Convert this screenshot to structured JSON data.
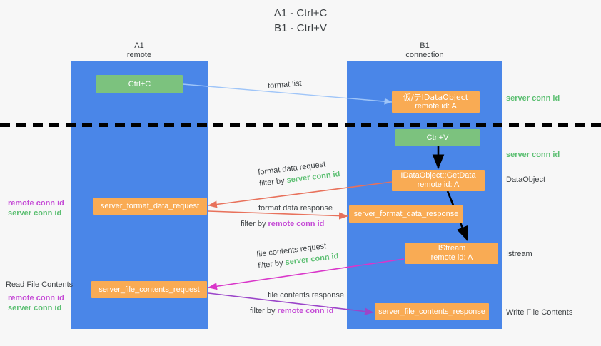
{
  "title": {
    "line1": "A1 - Ctrl+C",
    "line2": "B1 - Ctrl+V"
  },
  "colors": {
    "lane": "#4a86e8",
    "node_orange": "#f9ab54",
    "node_green": "#7cc27e",
    "server_conn_green": "#5cbf72",
    "remote_conn_purple": "#c54bd6",
    "arrow_blue": "#9fc5f8",
    "arrow_red": "#e8715b",
    "arrow_magenta": "#d936c9",
    "arrow_purple": "#9b45c9",
    "arrow_black": "#000000",
    "background": "#f7f7f7",
    "text": "#3c4043"
  },
  "lanes": [
    {
      "id": "a1",
      "title": "A1",
      "subtitle": "remote"
    },
    {
      "id": "b1",
      "title": "B1",
      "subtitle": "connection"
    }
  ],
  "nodes": [
    {
      "id": "ctrl-c",
      "label1": "Ctrl+C",
      "label2": "",
      "color": "green"
    },
    {
      "id": "idataobject-create",
      "label1": "仮/テIDataObject",
      "label2": "remote id: A",
      "color": "orange"
    },
    {
      "id": "ctrl-v",
      "label1": "Ctrl+V",
      "label2": "",
      "color": "green"
    },
    {
      "id": "getdata",
      "label1": "IDataObject::GetData",
      "label2": "remote id: A",
      "color": "orange"
    },
    {
      "id": "server-format-data-request",
      "label1": "server_format_data_request",
      "label2": "",
      "color": "orange"
    },
    {
      "id": "server-format-data-response",
      "label1": "server_format_data_response",
      "label2": "",
      "color": "orange"
    },
    {
      "id": "istream",
      "label1": "IStream",
      "label2": "remote id: A",
      "color": "orange"
    },
    {
      "id": "server-file-contents-request",
      "label1": "server_file_contents_request",
      "label2": "",
      "color": "orange"
    },
    {
      "id": "server-file-contents-response",
      "label1": "server_file_contents_response",
      "label2": "",
      "color": "orange"
    }
  ],
  "edge_labels": {
    "format_list": "format list",
    "format_data_request": "format data request",
    "format_data_response": "format data response",
    "file_contents_request": "file contents request",
    "file_contents_response": "file contents response",
    "filter_by": "filter by ",
    "server_conn_id": "server conn id",
    "remote_conn_id": "remote conn id"
  },
  "side_labels": {
    "server_conn_id_top": "server conn id",
    "server_conn_id_mid": "server conn id",
    "dataobject": "DataObject",
    "istream": "Istream",
    "write_file_contents": "Write File Contents",
    "read_file_contents": "Read File Contents",
    "remote_conn_id": "remote conn id",
    "server_conn_id": "server conn id"
  }
}
